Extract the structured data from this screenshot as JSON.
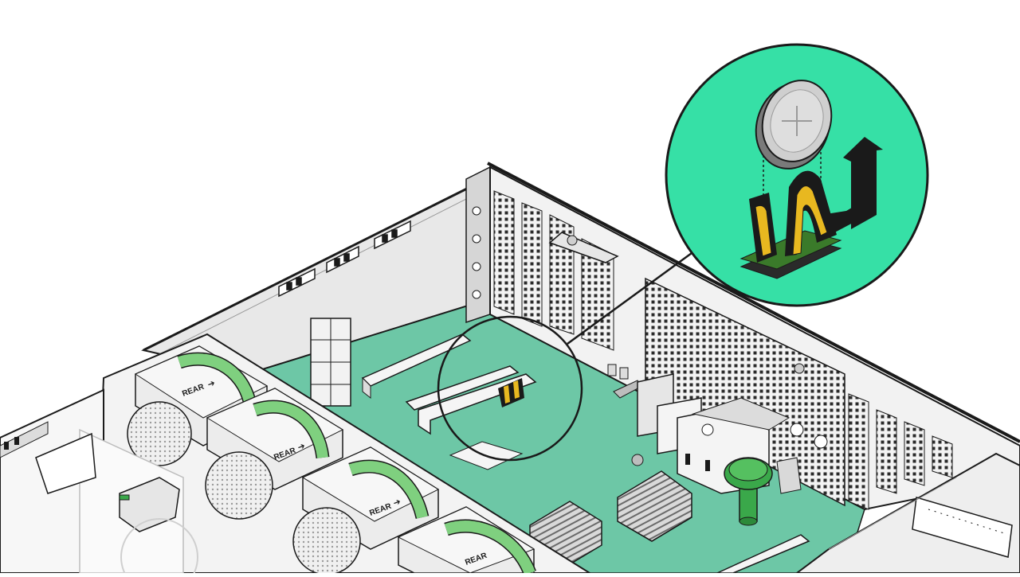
{
  "fan_labels": [
    "REAR",
    "REAR",
    "REAR",
    "REAR"
  ],
  "colors": {
    "board": "#6dc7a6",
    "callout_fill": "#36e0a6",
    "handle": "#7fd07f",
    "outline": "#1a1a1a",
    "metal_light": "#e6e6e6",
    "metal_mid": "#bdbdbd",
    "metal_dark": "#8a8a8a",
    "battery": "#c9c9c9",
    "clip_yellow": "#e8b820",
    "knob": "#3aa84a",
    "white": "#ffffff"
  },
  "icons": {
    "plus_symbol": "plus-icon",
    "lift_arrow": "arrow-up-icon"
  }
}
